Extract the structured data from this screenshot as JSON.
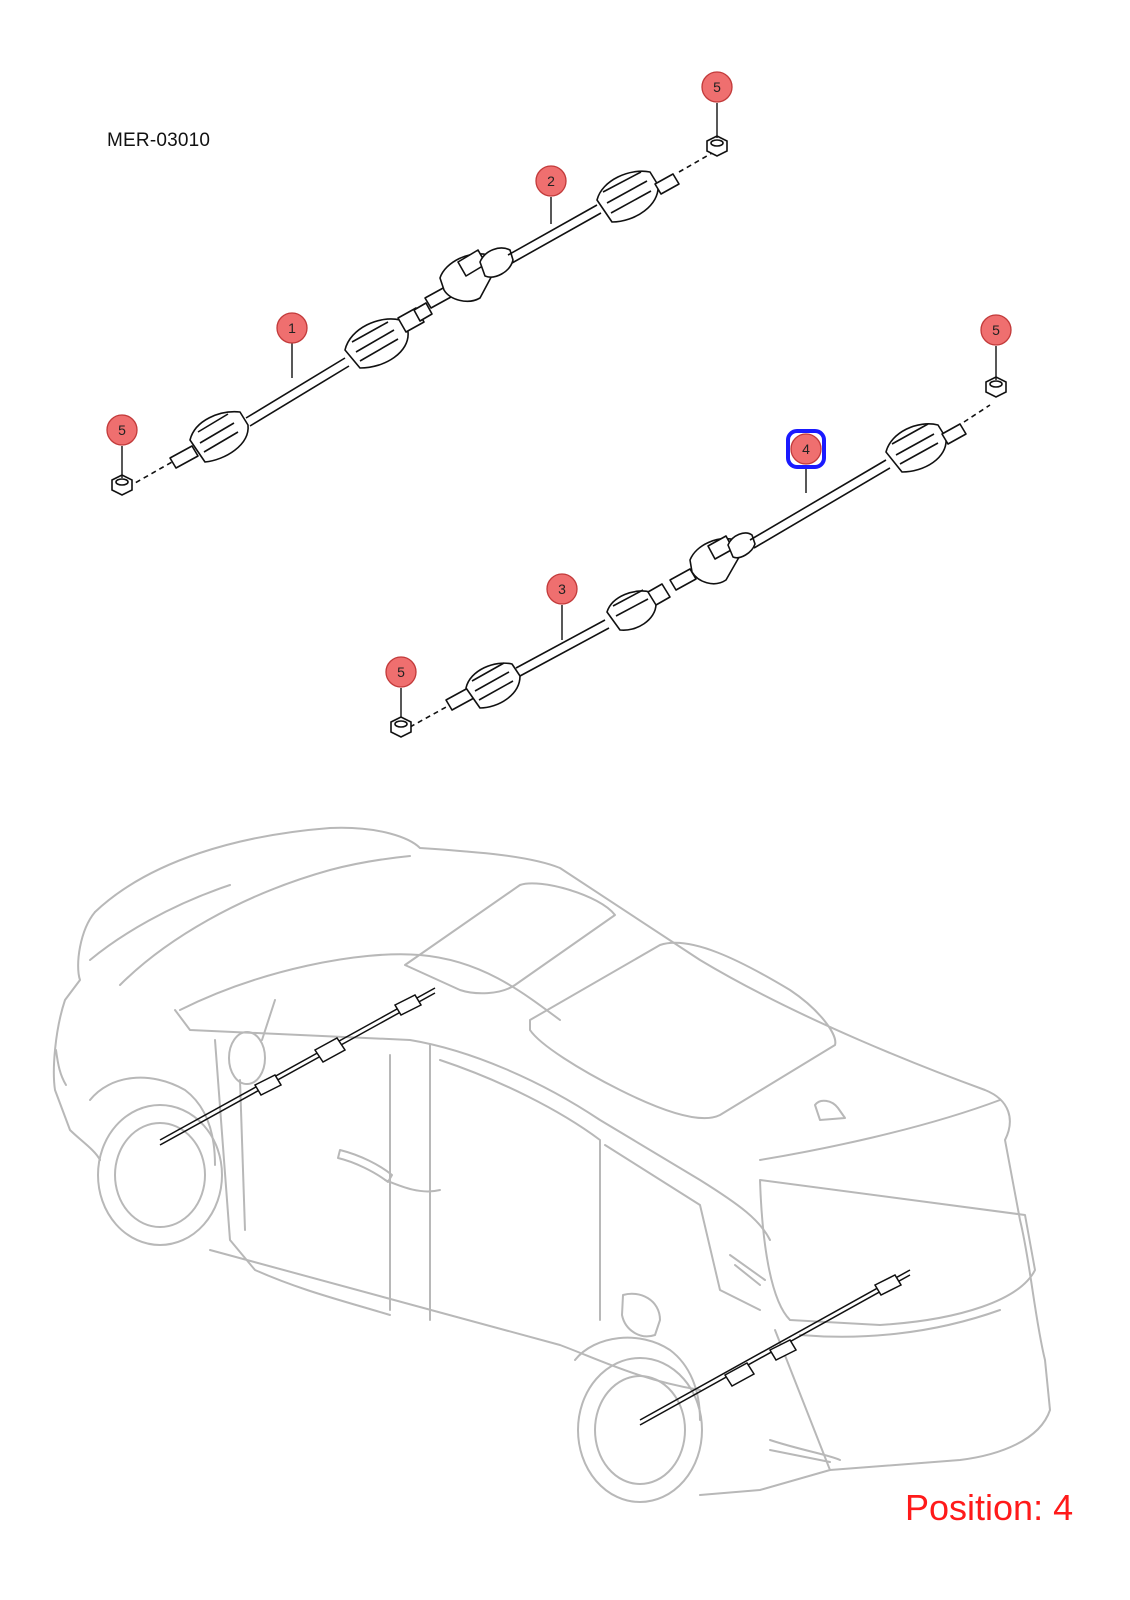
{
  "header": {
    "diagram_code": "MER-03010"
  },
  "footer": {
    "position_label": "Position: 4"
  },
  "selected_callout": "4",
  "colors": {
    "callout_fill": "#ef6f6f",
    "callout_stroke": "#c23a3a",
    "highlight_stroke": "#1a1aff",
    "position_text": "#ff1a1a",
    "vehicle_line": "#b8b8b8",
    "part_line": "#111111"
  },
  "callouts": [
    {
      "id": "callout-1",
      "label": "1"
    },
    {
      "id": "callout-2",
      "label": "2"
    },
    {
      "id": "callout-3",
      "label": "3"
    },
    {
      "id": "callout-4",
      "label": "4"
    },
    {
      "id": "callout-5a",
      "label": "5"
    },
    {
      "id": "callout-5b",
      "label": "5"
    },
    {
      "id": "callout-5c",
      "label": "5"
    },
    {
      "id": "callout-5d",
      "label": "5"
    }
  ]
}
